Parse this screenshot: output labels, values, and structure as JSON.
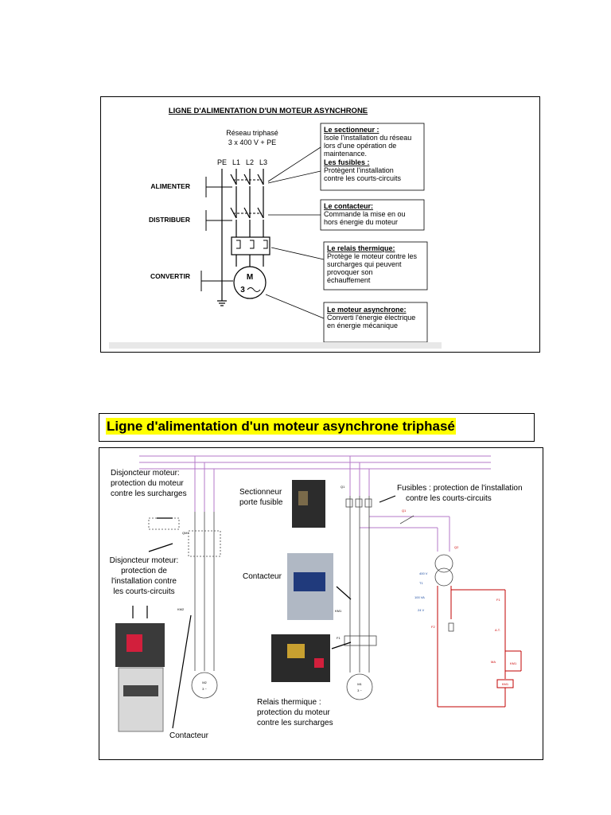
{
  "figure1": {
    "title": "LIGNE D'ALIMENTATION D'UN MOTEUR ASYNCHRONE",
    "network": {
      "line1": "Réseau triphasé",
      "line2": "3 x 400 V + PE"
    },
    "conductors": [
      "PE",
      "L1",
      "L2",
      "L3"
    ],
    "functions": [
      "ALIMENTER",
      "DISTRIBUER",
      "CONVERTIR"
    ],
    "motor": {
      "letter": "M",
      "phase": "3"
    },
    "callouts": [
      {
        "head": "Le sectionneur :",
        "lines": [
          "Isole l'installation du réseau",
          "lors d'une opération de",
          "maintenance."
        ],
        "head2": "Les fusibles :",
        "lines2": [
          "Protègent l'installation",
          "contre les courts-circuits"
        ]
      },
      {
        "head": "Le contacteur:",
        "lines": [
          "Commande la mise en ou",
          "hors énergie du moteur"
        ]
      },
      {
        "head": "Le relais thermique:",
        "lines": [
          "Protège le moteur contre les",
          "surcharges qui peuvent",
          "provoquer son",
          "échauffement"
        ]
      },
      {
        "head": "Le moteur asynchrone:",
        "lines": [
          "Converti l'énergie électrique",
          "en énergie mécanique"
        ]
      }
    ]
  },
  "section_title": "Ligne d'alimentation d'un moteur asynchrone triphasé",
  "figure2": {
    "labels": {
      "disj_moteur_1": [
        "Disjoncteur moteur:",
        "protection du moteur",
        "contre les surcharges"
      ],
      "disj_moteur_2": [
        "Disjoncteur moteur:",
        "protection de",
        "l'installation contre",
        "les courts-circuits"
      ],
      "sectionneur": [
        "Sectionneur",
        "porte fusible"
      ],
      "fusibles": [
        "Fusibles : protection de l'installation",
        "contre les courts-circuits"
      ],
      "contacteur_mid": "Contacteur",
      "relais": [
        "Relais thermique :",
        "protection du moteur",
        "contre les surcharges"
      ],
      "contacteur_bottom": "Contacteur"
    },
    "tags": {
      "qm1": "QM1",
      "km2": "KM2",
      "m2": "M2",
      "m2_sub": "3 ~",
      "q1": "Q1",
      "q1b": "Q1",
      "q2": "Q2",
      "km1": "KM1",
      "f1": "F1",
      "m1": "M1",
      "m1_sub": "3 ~",
      "t1": "T1",
      "v400": "400 V",
      "va100": "100 VA",
      "v24": "24 V",
      "f2": "F2",
      "f1_ctrl": "F1",
      "at": "A.T.",
      "ma": "MA",
      "km1_ctrl": "KM1",
      "km1_coil": "KM1"
    }
  },
  "colors": {
    "highlight": "#ffff00",
    "purple_line": "#b478c8",
    "control_red": "#c00000",
    "accent_blue": "#1a4aa0"
  }
}
